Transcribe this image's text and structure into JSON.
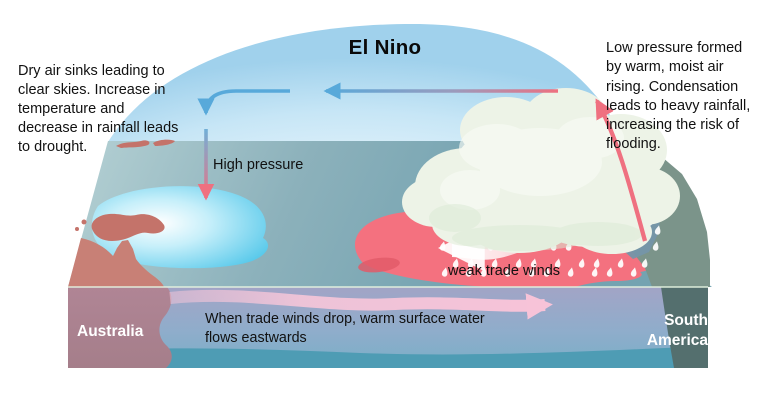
{
  "title": "El Nino",
  "annotations": {
    "left_note": "Dry air sinks leading to\nclear skies. Increase in\ntemperature and\ndecrease in rainfall leads\nto drought.",
    "right_note": "Low pressure formed\nby warm, moist air\nrising. Condensation\nleads to heavy rainfall,\nincreasing the risk of\nflooding.",
    "high_pressure": "High pressure",
    "weak_trade_winds": "weak trade winds",
    "surface_flow": "When trade winds drop, warm surface water\nflows eastwards"
  },
  "regions": {
    "australia": "Australia",
    "south_america": "South America"
  },
  "colors": {
    "sky_edge": "#a0d1ec",
    "sky_center": "#f2fafd",
    "ocean_surface": "#8cb1bb",
    "cool_pool": "#55c8ea",
    "warm_pool": "#f4717f",
    "cloud": "#edf3e7",
    "rain": "#ffffff",
    "arrow_blue": "#58a9da",
    "arrow_pink": "#ef7080",
    "flow_arrow": "#f7c3d8",
    "land_australia": "#c88076",
    "land_australia_front": "#ab8290",
    "land_islands": "#c4736a",
    "land_south_america": "#7b948a",
    "south_america_front": "#546f6e",
    "mountain": "#7595a9",
    "subsurface_top": "#a2a4c6",
    "subsurface_deep": "#4e9cb4",
    "text": "#111111",
    "label_white": "#ffffff"
  }
}
